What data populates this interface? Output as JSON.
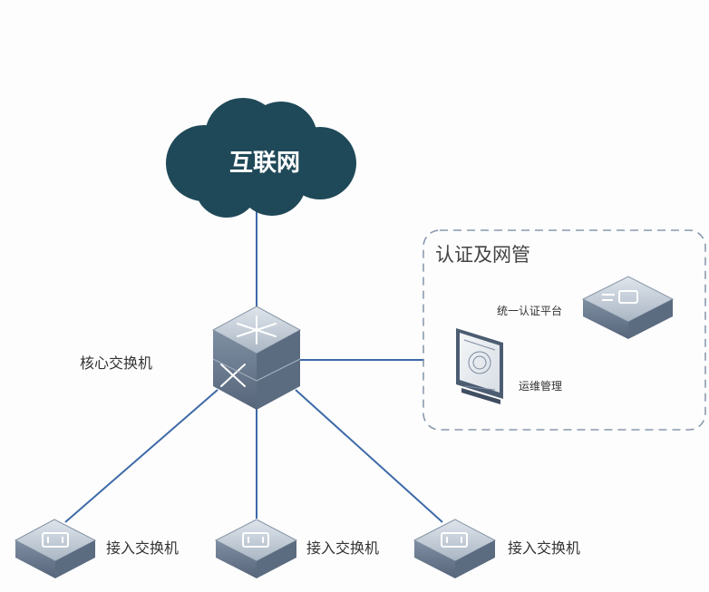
{
  "internet": {
    "label": "互联网"
  },
  "core": {
    "label": "核心交换机"
  },
  "auth_group": {
    "title": "认证及网管",
    "auth_platform": {
      "label": "统一认证平台"
    },
    "ops": {
      "label": "运维管理"
    }
  },
  "access_switches": [
    {
      "label": "接入交换机"
    },
    {
      "label": "接入交换机"
    },
    {
      "label": "接入交换机"
    }
  ],
  "colors": {
    "cloud": "#1f4958",
    "line": "#3d6aa8",
    "device_top": "#c3cdd8",
    "device_side": "#6f8093",
    "dashed_border": "#8a9aae"
  }
}
